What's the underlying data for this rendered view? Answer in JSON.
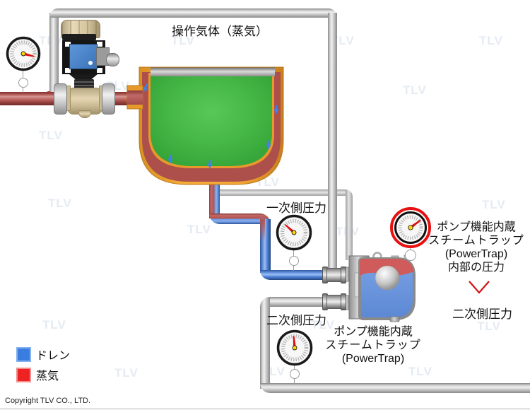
{
  "title": "操作気体（蒸気）",
  "labels": {
    "primary_pressure": "一次側圧力",
    "secondary_pressure_left": "二次側圧力",
    "secondary_pressure_right": "二次側圧力",
    "trap_internal_pressure": {
      "line1": "ポンプ機能内蔵",
      "line2": "スチームトラップ",
      "line3": "(PowerTrap)",
      "line4": "内部の圧力"
    },
    "trap_name": {
      "line1": "ポンプ機能内蔵",
      "line2": "スチームトラップ",
      "line3": "(PowerTrap)"
    }
  },
  "legend": {
    "items": [
      {
        "label": "ドレン",
        "color": "#3a7de0"
      },
      {
        "label": "蒸気",
        "color": "#ee2222"
      }
    ]
  },
  "watermark": "TLV",
  "copyright": "Copyright TLV CO., LTD.",
  "colors": {
    "steam_pipe": "#b3534f",
    "condensate_pipe": "#4a7fd4",
    "plain_pipe": "#c9c9c9",
    "kettle_shell": "#eda22f",
    "kettle_jacket": "#ad4f4b",
    "kettle_contents": "#46b846",
    "trap_steam_zone": "#cf5b5b",
    "trap_condensate_zone": "#6b96de",
    "gauge_needle": "#e01010",
    "gauge_hub": "#ffd800",
    "trap_gauge_ring": "#e81111",
    "chevron": "#d11111"
  }
}
